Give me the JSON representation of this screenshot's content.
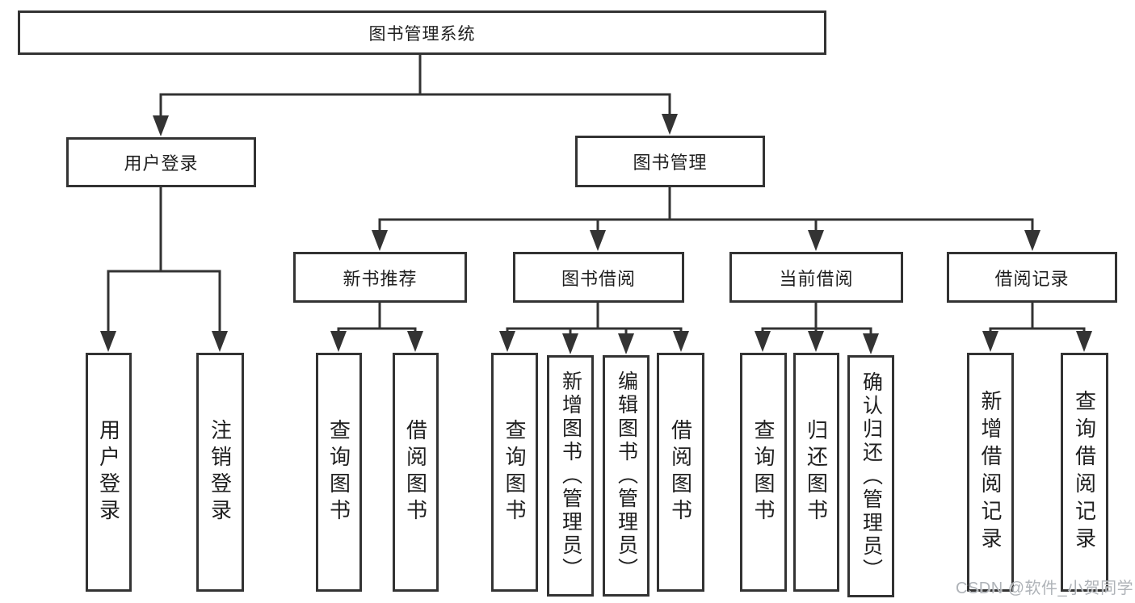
{
  "colors": {
    "line": "#333333",
    "box_border": "#333333",
    "text": "#1f1f1f",
    "background": "#ffffff",
    "watermark_text": "#a8adb2"
  },
  "tree": {
    "root": "图书管理系统",
    "children": [
      {
        "label": "用户登录",
        "children": [
          "用户登录",
          "注销登录"
        ]
      },
      {
        "label": "图书管理",
        "children": [
          {
            "label": "新书推荐",
            "children": [
              "查询图书",
              "借阅图书"
            ]
          },
          {
            "label": "图书借阅",
            "children": [
              "查询图书",
              "新增图书（管理员）",
              "编辑图书（管理员）",
              "借阅图书"
            ]
          },
          {
            "label": "当前借阅",
            "children": [
              "查询图书",
              "归还图书",
              "确认归还（管理员）"
            ]
          },
          {
            "label": "借阅记录",
            "children": [
              "新增借阅记录",
              "查询借阅记录"
            ]
          }
        ]
      }
    ]
  },
  "watermark": "CSDN @软件_小贺同学"
}
